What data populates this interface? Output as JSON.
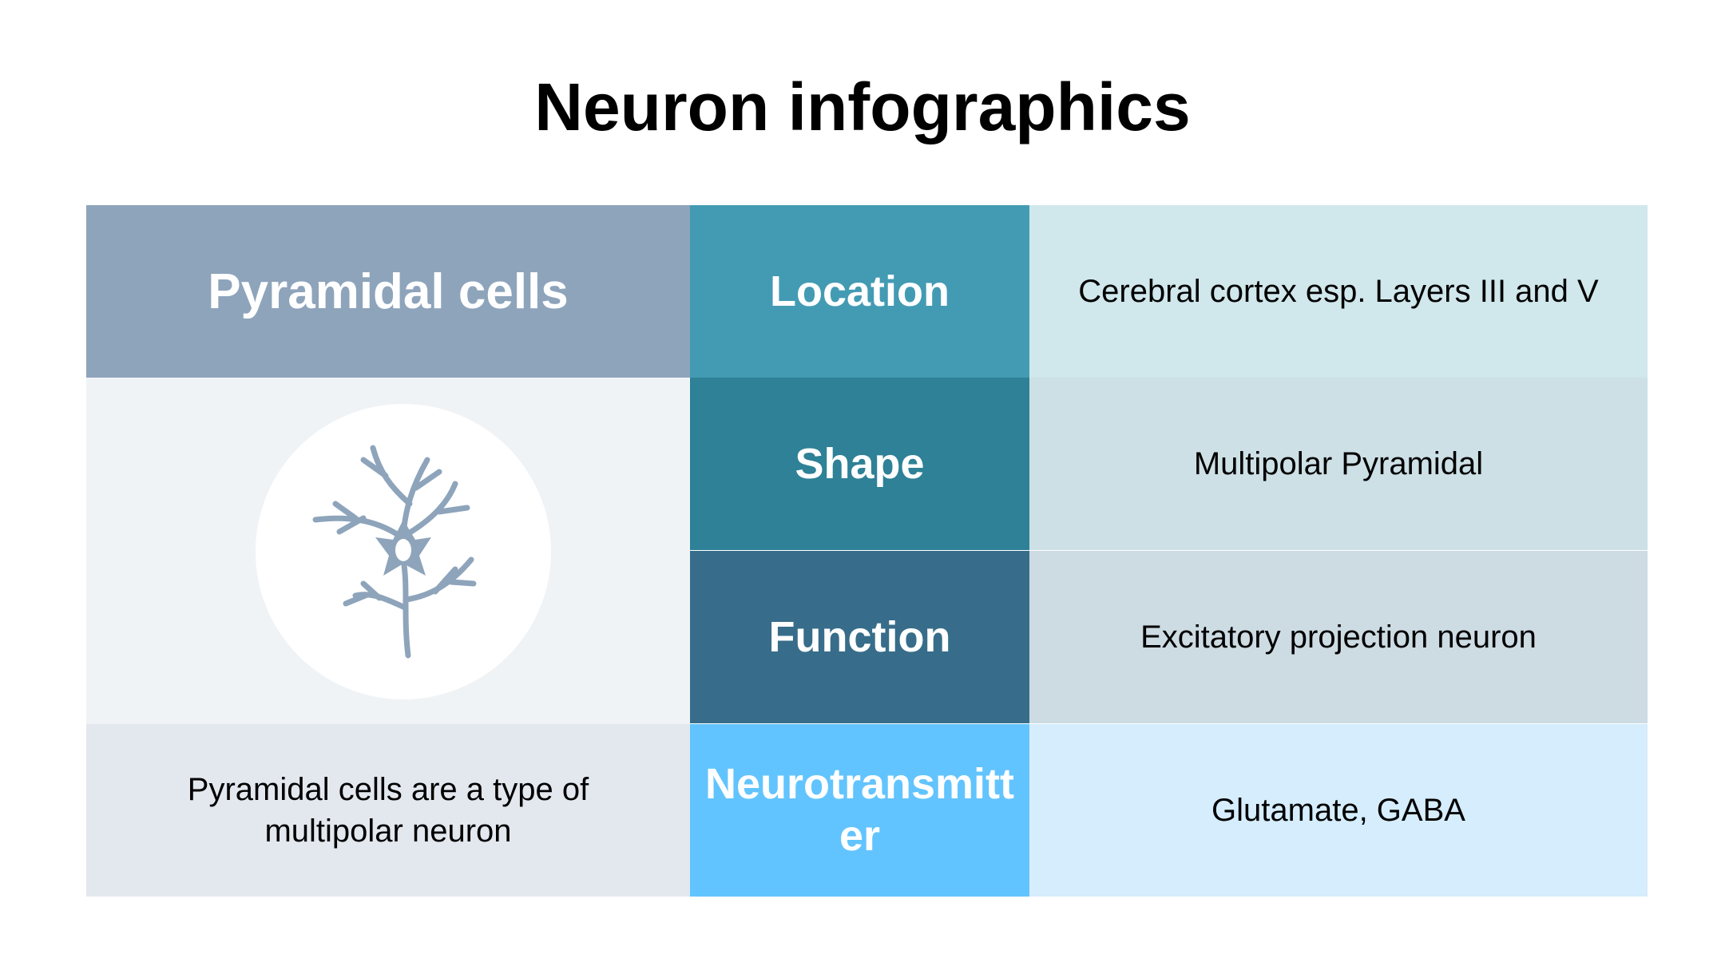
{
  "title": "Neuron infographics",
  "card": {
    "header": "Pyramidal cells",
    "description": "Pyramidal cells are a type of multipolar neuron",
    "image_icon": "neuron-icon"
  },
  "rows": [
    {
      "label": "Location",
      "value": "Cerebral cortex esp. Layers III and V",
      "label_color": "#439bb3",
      "value_color": "#d0e7ec"
    },
    {
      "label": "Shape",
      "value": "Multipolar Pyramidal",
      "label_color": "#2e8196",
      "value_color": "#cde0e6"
    },
    {
      "label": "Function",
      "value": "Excitatory projection neuron",
      "label_color": "#376d8a",
      "value_color": "#cddbe3"
    },
    {
      "label": "Neurotransmitter",
      "value": "Glutamate, GABA",
      "label_color": "#62c4fe",
      "value_color": "#d5edfc"
    }
  ],
  "colors": {
    "header_bg": "#8ea4bb",
    "image_bg": "#f0f3f6",
    "description_bg": "#e3e8ef",
    "icon": "#8ea4bb"
  }
}
